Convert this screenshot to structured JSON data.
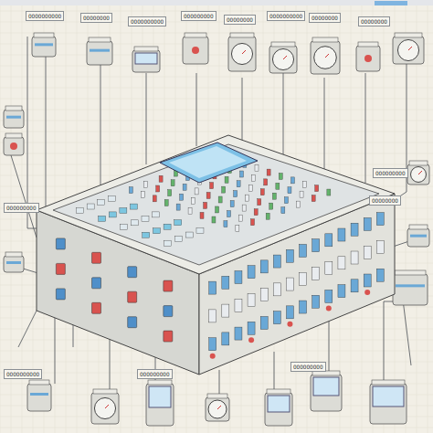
{
  "diagram": {
    "labels": [
      "OOOOOOOOOO",
      "OOOOOOOO",
      "OOOOOOOOOO",
      "OOOOOOOOO",
      "OOOOOOOO",
      "OOOOOOOOOO",
      "OOOOOOOO",
      "OOOOOOOO",
      "OOOOOOOOO",
      "OOOOOOOO",
      "OOOOOOOOO",
      "OOOOOOOOOO",
      "OOOOOOOOO",
      "OOOOOOOOO"
    ]
  }
}
